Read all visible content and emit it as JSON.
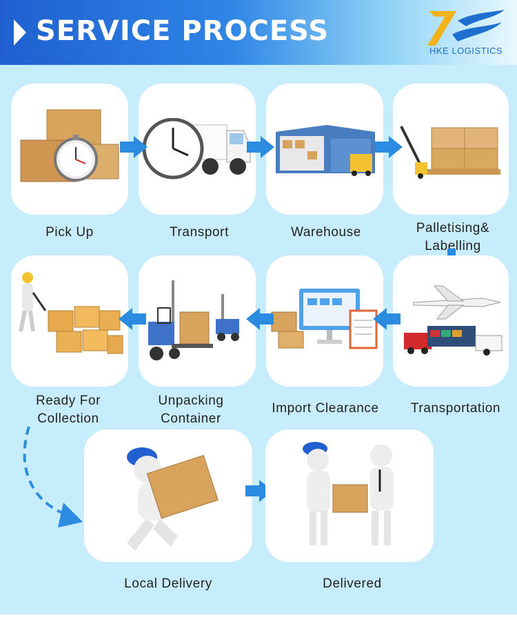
{
  "header": {
    "title": "SERVICE PROCESS",
    "brand": "HKE LOGISTICS"
  },
  "steps": [
    {
      "label": "Pick Up",
      "icon": "package-stopwatch-icon"
    },
    {
      "label": "Transport",
      "icon": "clock-truck-icon"
    },
    {
      "label": "Warehouse",
      "icon": "warehouse-icon"
    },
    {
      "label": "Palletising& Labelling",
      "icon": "pallet-jack-icon"
    },
    {
      "label": "Transportation",
      "icon": "plane-ship-truck-icon"
    },
    {
      "label": "Import Clearance",
      "icon": "monitor-clipboard-icon"
    },
    {
      "label": "Unpacking Container",
      "icon": "forklift-icon"
    },
    {
      "label": "Ready For Collection",
      "icon": "worker-boxes-icon"
    },
    {
      "label": "Local Delivery",
      "icon": "courier-running-icon"
    },
    {
      "label": "Delivered",
      "icon": "handover-icon"
    }
  ],
  "colors": {
    "header_blue": "#1f5fd0",
    "background": "#c7ecfb",
    "arrow": "#2a8be0",
    "box": "#d8a35c"
  }
}
